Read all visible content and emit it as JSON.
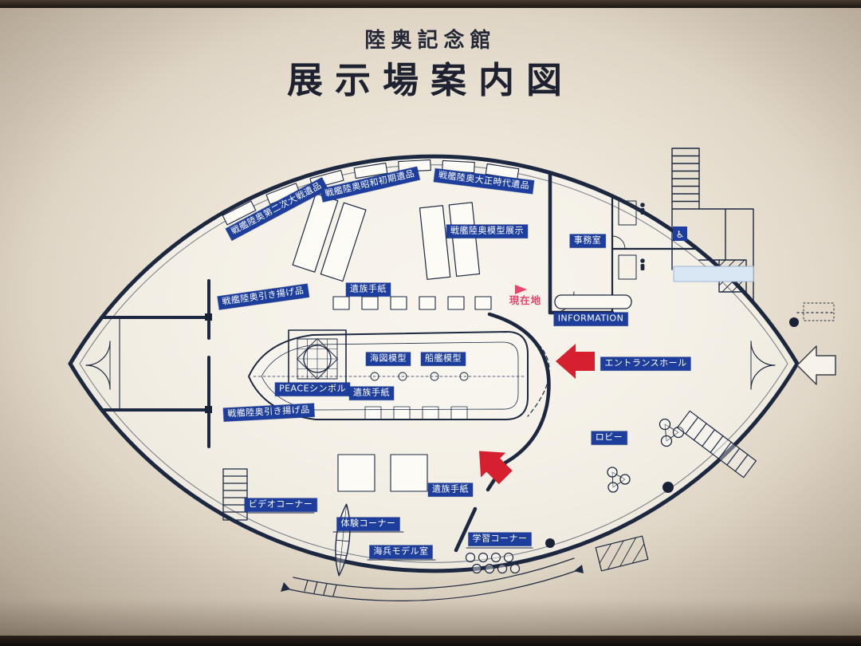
{
  "sign": {
    "title": "陸奥記念館",
    "subtitle": "展示場案内図"
  },
  "labels": {
    "ww2_relics": "戦艦陸奥第二次大戦遺品",
    "showa_relics": "戦艦陸奥昭和初期遺品",
    "taisho_relics": "戦艦陸奥大正時代遺品",
    "model_exhibit": "戦艦陸奥模型展示",
    "office": "事務室",
    "bereaved_letters": "遺族手紙",
    "salvaged_items": "戦艦陸奥引き揚げ品",
    "chart_model": "海図模型",
    "ship_model": "船艦模型",
    "peace_symbol": "PEACEシンボル",
    "you_are_here": "現在地",
    "information": "INFORMATION",
    "entrance_hall": "エントランスホール",
    "lobby": "ロビー",
    "video_corner": "ビデオコーナー",
    "experience_corner": "体験コーナー",
    "learning_corner": "学習コーナー",
    "marine_model_room": "海兵モデル室"
  },
  "icons": {
    "wheelchair": "♿"
  },
  "colors": {
    "label_bg": "#1d3e9c",
    "label_text": "#ffffff",
    "plan_line": "#1c2840",
    "you_are_here": "#e8436e",
    "flow_arrow": "#d6202f",
    "wall_background": "#ece5d7"
  }
}
